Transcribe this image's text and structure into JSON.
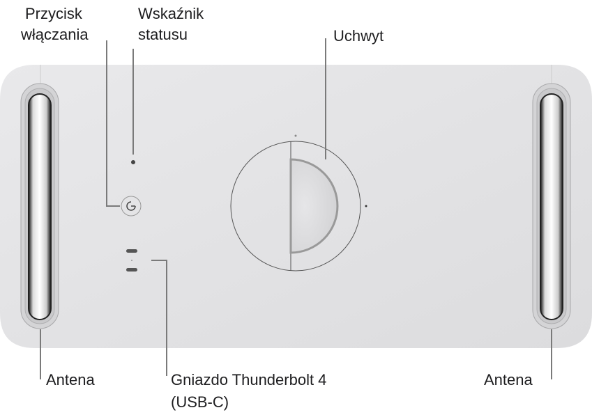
{
  "labels": {
    "power_button": [
      "Przycisk",
      "włączania"
    ],
    "status_indicator": [
      "Wskaźnik",
      "statusu"
    ],
    "handle": "Uchwyt",
    "antenna_left": "Antena",
    "antenna_right": "Antena",
    "thunderbolt": [
      "Gniazdo Thunderbolt 4",
      "(USB-C)"
    ]
  },
  "colors": {
    "body": "#e2e2e4",
    "leader": "#7a7a7a",
    "text": "#1d1d1f"
  }
}
